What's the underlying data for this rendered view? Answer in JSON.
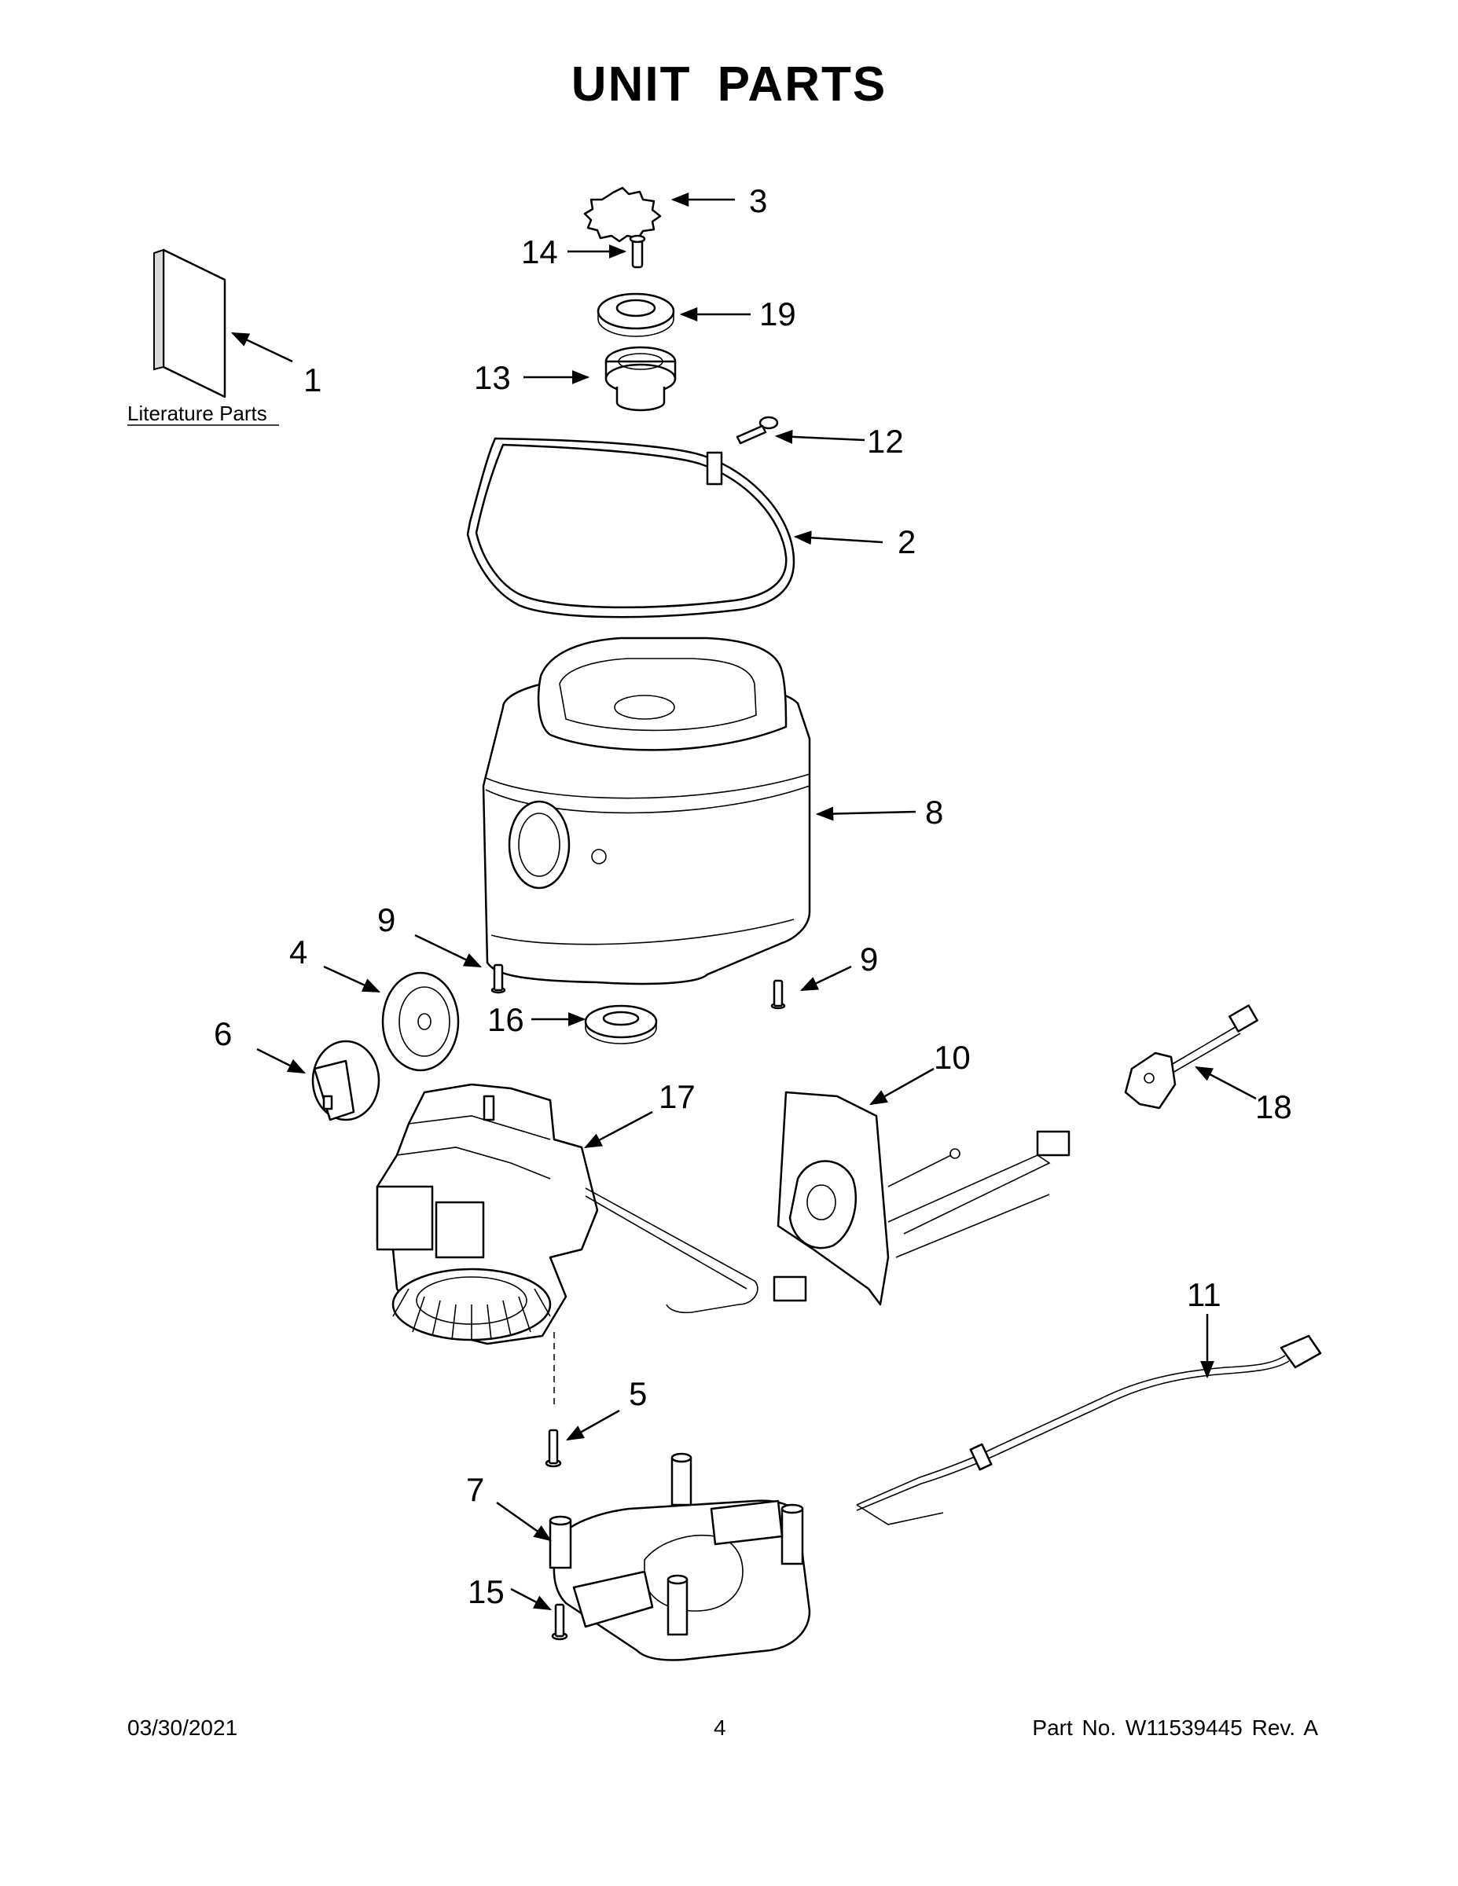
{
  "title": "UNIT PARTS",
  "literature_label": "Literature Parts",
  "callouts": {
    "c1": "1",
    "c2": "2",
    "c3": "3",
    "c4": "4",
    "c5": "5",
    "c6": "6",
    "c7": "7",
    "c8": "8",
    "c9a": "9",
    "c9b": "9",
    "c10": "10",
    "c11": "11",
    "c12": "12",
    "c13": "13",
    "c14": "14",
    "c15": "15",
    "c16": "16",
    "c17": "17",
    "c18": "18",
    "c19": "19"
  },
  "footer": {
    "date": "03/30/2021",
    "page": "4",
    "part": "Part No.  W11539445  Rev.  A"
  }
}
